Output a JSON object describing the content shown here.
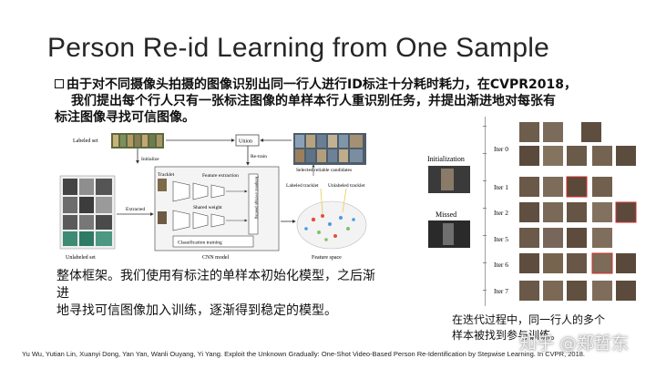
{
  "title": "Person Re-id Learning from One Sample",
  "bullet": {
    "lines": [
      "由于对不同摄像头拍摄的图像识别出同一行人进行ID标注十分耗时耗力，在CVPR2018，",
      "我们提出每个行人只有一张标注图像的单样本行人重识别任务，并提出渐进地对每张有",
      "标注图像寻找可信图像。"
    ]
  },
  "figure_left": {
    "labeled_set": "Labeled set",
    "initialize": "Initialize",
    "union": "Union",
    "re_train": "Re-train",
    "selected": "Selected reliable candidates",
    "tracklet": "Tracklet",
    "feature_extraction": "Feature extraction",
    "shared_weight": "Shared weight",
    "temporal_pooling": "Temporal average pooling",
    "classification_training": "Classification training",
    "cnn_model": "CNN model",
    "extracted": "Extracted",
    "unlabeled_set": "Unlabeled set",
    "labeled_tracklet": "Labeled tracklet",
    "unlabeled_tracklet": "Unlabeled tracklet",
    "feature_space": "Feature space"
  },
  "figure_right": {
    "initialization": "Initialization",
    "missed": "Missed",
    "iters": [
      "Iter 0",
      "Iter 1",
      "Iter 2",
      "Iter 5",
      "Iter 6",
      "Iter 7"
    ]
  },
  "caption_left": {
    "lines": [
      "整体框架。我们使用有标注的单样本初始化模型，之后渐进",
      "地寻找可信图像加入训练，逐渐得到稳定的模型。"
    ]
  },
  "caption_right": {
    "lines": [
      "在迭代过程中，同一行人的多个",
      "样本被找到参与训练。"
    ]
  },
  "citation": "Yu Wu, Yutian Lin, Xuanyi Dong, Yan Yan, Wanli Ouyang, Yi Yang. Exploit the Unknown Gradually: One-Shot Video-Based Person Re-Identification by Stepwise Learning. In CVPR, 2018.",
  "watermark": "知乎 @郑哲东"
}
